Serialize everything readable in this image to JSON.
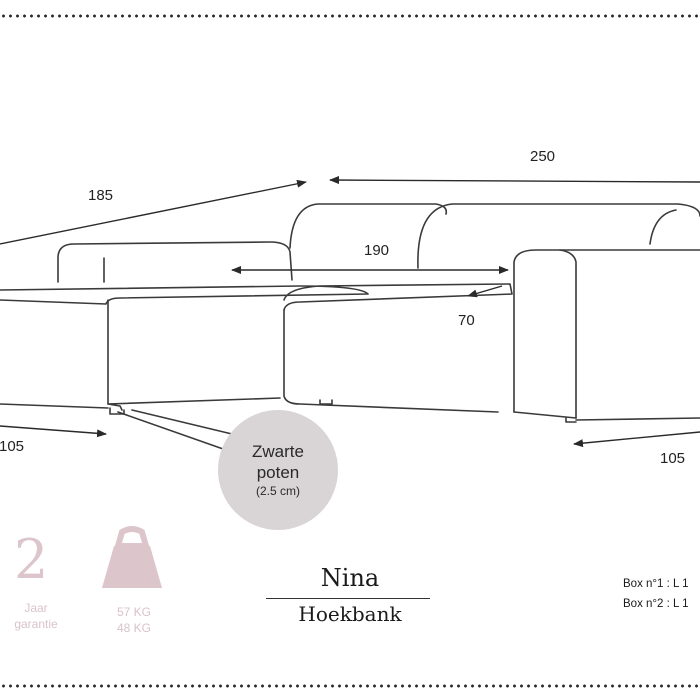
{
  "dimensions": {
    "depth_left": "185",
    "width_total": "250",
    "seat_width": "190",
    "seat_depth": "70",
    "chaise_width": "105",
    "right_depth": "105"
  },
  "legs_badge": {
    "line1": "Zwarte",
    "line2": "poten",
    "line3": "(2.5 cm)"
  },
  "warranty": {
    "number": "2",
    "line1": "Jaar",
    "line2": "garantie"
  },
  "weights": {
    "line1": "57 KG",
    "line2": "48 KG"
  },
  "product": {
    "name": "Nina",
    "type": "Hoekbank"
  },
  "boxes": {
    "box1": "Box n°1 : L 1",
    "box2": "Box n°2 : L 1"
  },
  "colors": {
    "badge": "#d9d4d5",
    "accent_pink": "#d9c3c9",
    "line": "#3a3a3a"
  },
  "icons": {
    "weight": "kettlebell-weight-icon"
  }
}
